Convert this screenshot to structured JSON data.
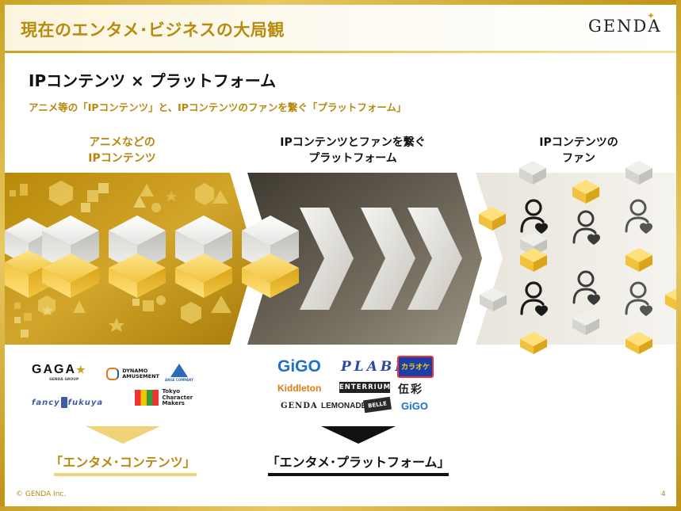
{
  "header": {
    "page_title": "現在のエンタメ･ビジネスの大局観",
    "logo_text": "GENDA"
  },
  "intro": {
    "subtitle": "IPコンテンツ × プラットフォーム",
    "tagline": "アニメ等の「IPコンテンツ」と、IPコンテンツのファンを繋ぐ「プラットフォーム」"
  },
  "columns": [
    {
      "line1": "アニメなどの",
      "line2": "IPコンテンツ"
    },
    {
      "line1": "IPコンテンツとファンを繋ぐ",
      "line2": "プラットフォーム"
    },
    {
      "line1": "IPコンテンツの",
      "line2": "ファン"
    }
  ],
  "content_logos": {
    "gaga": "GAGA",
    "gaga_sub": "GENDA GROUP",
    "dynamo_1": "DYNAMO",
    "dynamo_2": "AMUSEMENT",
    "ange": "ANGE COMPANY",
    "fancy": "fancy",
    "fukuya": "fukuya",
    "tcm_1": "Tokyo",
    "tcm_2": "Character",
    "tcm_3": "Makers"
  },
  "platform_logos": {
    "gigo": "GiGO",
    "plabi": "PLABI",
    "karaoke": "カラオケ",
    "kiddleton": "Kiddleton",
    "enterrium": "ENTERRIUM",
    "gosai": "伍彩",
    "genda": "GENDA",
    "lemonade": "LEMONADE",
    "belle": "BELLE",
    "gigo_small": "GiGO"
  },
  "footer": {
    "content_label": "「エンタメ･コンテンツ」",
    "platform_label": "「エンタメ･プラットフォーム」",
    "copyright": "© GENDA Inc.",
    "page_number": "4"
  },
  "colors": {
    "gold": "#c9a227",
    "dark_gold": "#b68b10",
    "platform_band": "#6a6355",
    "fan_band": "#f1efe9"
  }
}
